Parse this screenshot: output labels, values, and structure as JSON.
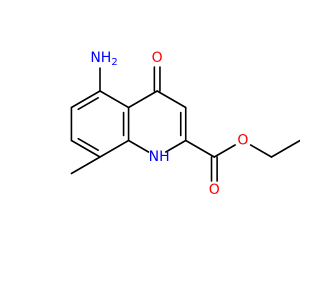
{
  "molecule": {
    "atoms": {
      "amino": {
        "text": "NH",
        "sub": "2",
        "color": "#0000ff"
      },
      "ketone_o": {
        "text": "O",
        "color": "#ff0000"
      },
      "ring_nh": {
        "text": "NH",
        "color": "#0000ff"
      },
      "ester_o_single": {
        "text": "O",
        "color": "#ff0000"
      },
      "ester_o_double": {
        "text": "O",
        "color": "#ff0000"
      }
    }
  }
}
